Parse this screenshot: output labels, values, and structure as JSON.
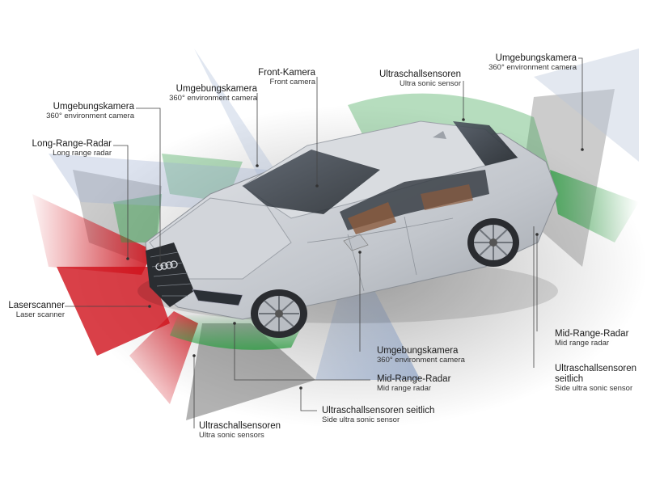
{
  "labels": {
    "umg_left": {
      "de": "Umgebungskamera",
      "en": "360° environment camera"
    },
    "long_range": {
      "de": "Long-Range-Radar",
      "en": "Long range radar"
    },
    "umg_center": {
      "de": "Umgebungskamera",
      "en": "360° environment camera"
    },
    "front_cam": {
      "de": "Front-Kamera",
      "en": "Front camera"
    },
    "ultra_top": {
      "de": "Ultraschallsensoren",
      "en": "Ultra sonic sensor"
    },
    "umg_right": {
      "de": "Umgebungskamera",
      "en": "360° environment camera"
    },
    "laser": {
      "de": "Laserscanner",
      "en": "Laser scanner"
    },
    "mid_right": {
      "de": "Mid-Range-Radar",
      "en": "Mid range radar"
    },
    "ultra_side_right": {
      "de1": "Ultraschallsensoren",
      "de2": "seitlich",
      "en": "Side ultra sonic sensor"
    },
    "umg_bottom": {
      "de": "Umgebungskamera",
      "en": "360° environment camera"
    },
    "mid_bottom": {
      "de": "Mid-Range-Radar",
      "en": "Mid range radar"
    },
    "ultra_side_bottom": {
      "de": "Ultraschallsensoren seitlich",
      "en": "Side ultra sonic sensor"
    },
    "ultra_bottom": {
      "de": "Ultraschallsensoren",
      "en": "Ultra sonic sensors"
    }
  },
  "colors": {
    "radar_red": "#e01a22",
    "ultrasonic_green": "#2f9e44",
    "camera_blue": "#8aa0c4",
    "grey_zone": "#6f6f6f",
    "car_body": "#c9ccd1"
  }
}
